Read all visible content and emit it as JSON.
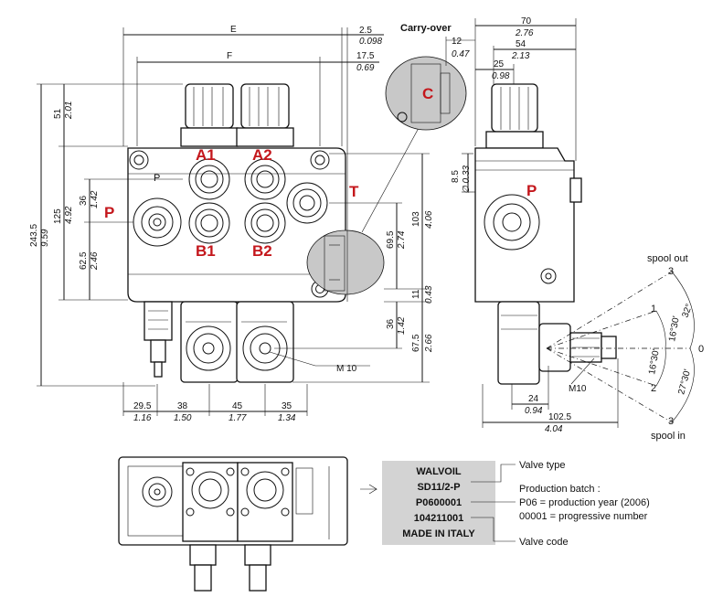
{
  "ports": {
    "p_left": "P",
    "p_small": "P",
    "a1": "A1",
    "a2": "A2",
    "b1": "B1",
    "b2": "B2",
    "t": "T",
    "c": "C",
    "p_side": "P"
  },
  "carry_over": "Carry-over",
  "dims": {
    "e": "E",
    "f": "F",
    "d2_5": "2.5",
    "d0_098": "0.098",
    "d17_5": "17.5",
    "d0_69": "0.69",
    "d51": "51",
    "d2_01": "2.01",
    "d243_5": "243.5",
    "d9_59": "9.59",
    "d125": "125",
    "d4_92": "4.92",
    "d36a": "36",
    "d1_42a": "1.42",
    "d62_5": "62.5",
    "d2_46": "2.46",
    "d103": "103",
    "d4_06": "4.06",
    "d69_5": "69.5",
    "d2_74": "2.74",
    "d11": "11",
    "d0_43": "0.43",
    "d36b": "36",
    "d1_42b": "1.42",
    "d67_5": "67.5",
    "d2_66": "2.66",
    "m10a": "M 10",
    "d29_5": "29.5",
    "d1_16": "1.16",
    "d38": "38",
    "d1_50": "1.50",
    "d45": "45",
    "d1_77": "1.77",
    "d35": "35",
    "d1_34": "1.34",
    "d70": "70",
    "d2_76": "2.76",
    "d12": "12",
    "d0_47": "0.47",
    "d54": "54",
    "d2_13": "2.13",
    "d25": "25",
    "d0_98": "0.98",
    "d8_5": "8.5",
    "d0_33": "∅ 0.33",
    "d24": "24",
    "d0_94": "0.94",
    "d102_5": "102.5",
    "d4_04": "4.04",
    "m10b": "M10"
  },
  "spool": {
    "out_label": "spool out",
    "in_label": "spool in",
    "pos3_top": "3",
    "pos1": "1",
    "pos0": "0",
    "pos2": "2",
    "pos3_bottom": "3",
    "ang32": "32°",
    "ang16_30a": "16°30'",
    "ang16_30b": "16°30'",
    "ang27_30": "27°30'"
  },
  "nameplate": {
    "line1": "WALVOIL",
    "line2": "SD11/2-P",
    "line3": "P0600001",
    "line4": "104211001",
    "line5": "MADE IN ITALY",
    "bg_color": "#d3d3d3"
  },
  "legend": {
    "valve_type": "Valve type",
    "production_batch": "Production batch :",
    "production_year": "P06 = production year (2006)",
    "progressive": "00001 = progressive number",
    "valve_code": "Valve code"
  },
  "colors": {
    "port_red": "#c4171c",
    "highlight_grey": "#c8c8c8"
  }
}
